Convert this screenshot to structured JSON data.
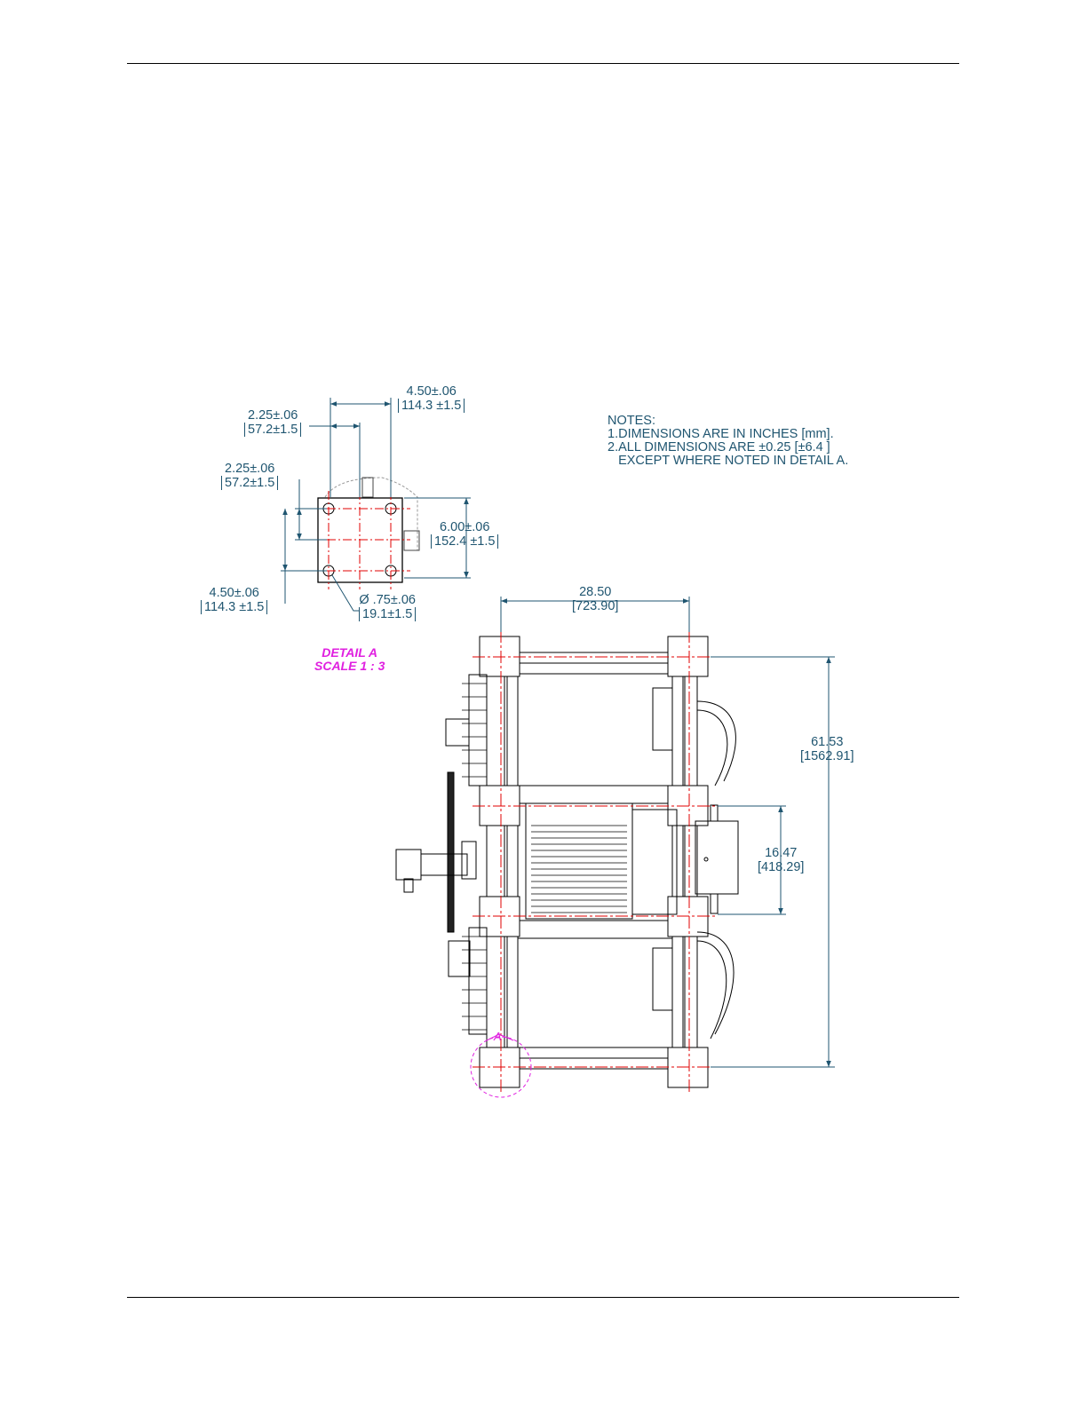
{
  "notes": {
    "title": "NOTES:",
    "line1": "1.DIMENSIONS ARE IN INCHES [mm].",
    "line2": "2.ALL DIMENSIONS ARE ±0.25 [±6.4 ]",
    "line3": "   EXCEPT WHERE NOTED IN DETAIL A."
  },
  "detail": {
    "label": "DETAIL A",
    "scale": "SCALE 1 : 3",
    "callout": "A"
  },
  "dims": {
    "top_width": {
      "in": "4.50±.06",
      "mm": "114.3 ±1.5"
    },
    "top_half": {
      "in": "2.25±.06",
      "mm": "57.2±1.5"
    },
    "left_half": {
      "in": "2.25±.06",
      "mm": "57.2±1.5"
    },
    "height": {
      "in": "6.00±.06",
      "mm": "152.4 ±1.5"
    },
    "left_width": {
      "in": "4.50±.06",
      "mm": "114.3 ±1.5"
    },
    "hole": {
      "in": "Ø .75±.06",
      "mm": "19.1±1.5"
    },
    "frame_width": {
      "in": "28.50",
      "mm": "[723.90]"
    },
    "frame_height": {
      "in": "61.53",
      "mm": "[1562.91]"
    },
    "module_height": {
      "in": "16.47",
      "mm": "[418.29]"
    }
  },
  "colors": {
    "dimension": "#1f5570",
    "centerline": "#e00000",
    "detail": "#e020e0",
    "drawing": "#000000"
  }
}
